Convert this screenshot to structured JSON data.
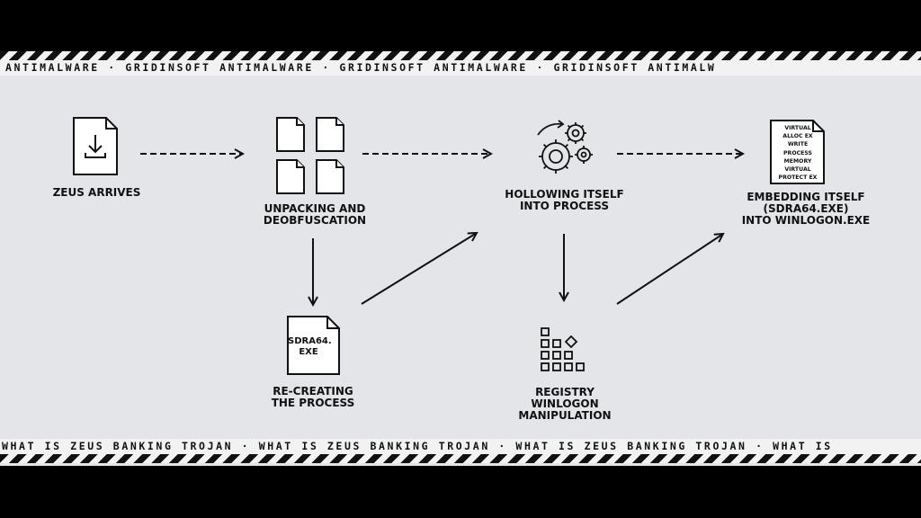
{
  "banner": {
    "top_text": "ANTIMALWARE · GRIDINSOFT ANTIMALWARE · GRIDINSOFT ANTIMALWARE · GRIDINSOFT ANTIMALW",
    "bottom_text": "WHAT IS ZEUS BANKING TROJAN · WHAT IS ZEUS BANKING TROJAN · WHAT IS ZEUS BANKING TROJAN · WHAT IS"
  },
  "diagram": {
    "step_arrives": "ZEUS ARRIVES",
    "step_unpacking": "UNPACKING AND\nDEOBFUSCATION",
    "step_recreating": "RE-CREATING\nTHE PROCESS",
    "recreating_file": "SDRA64.\nEXE",
    "step_hollowing": "HOLLOWING ITSELF\nINTO PROCESS",
    "step_registry": "REGISTRY\nWINLOGON\nMANIPULATION",
    "step_embedding": "EMBEDDING ITSELF\n(SDRA64.EXE)\nINTO WINLOGON.EXE",
    "embedding_file_lines": [
      "VIRTUAL",
      "ALLOC EX",
      "WRITE",
      "PROCESS",
      "MEMORY",
      "VIRTUAL",
      "PROTECT EX"
    ]
  }
}
